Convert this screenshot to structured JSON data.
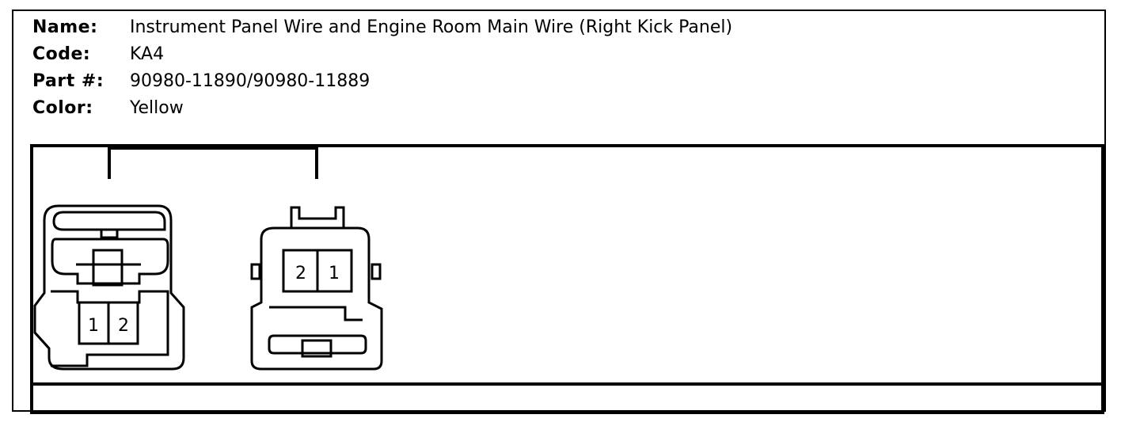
{
  "info": {
    "name_label": "Name:",
    "name_value": "Instrument Panel Wire and Engine Room Main Wire (Right Kick Panel)",
    "code_label": "Code:",
    "code_value": "KA4",
    "part_label": "Part #:",
    "part_value": "90980-11890/90980-11889",
    "color_label": "Color:",
    "color_value": "Yellow"
  },
  "connectors": {
    "left": {
      "pins": [
        "1",
        "2"
      ]
    },
    "right": {
      "pins": [
        "2",
        "1"
      ]
    }
  }
}
